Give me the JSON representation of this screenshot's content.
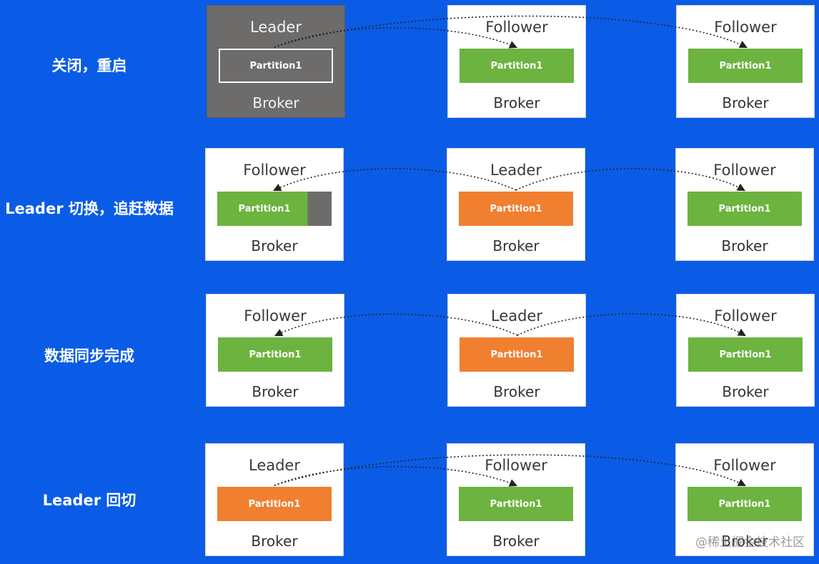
{
  "colors": {
    "background": "#0a5ce6",
    "follower_partition": "#6cb33f",
    "leader_partition": "#f07f30",
    "offline_broker": "#6e6c6b"
  },
  "rows": [
    {
      "label": "关闭，重启",
      "brokers": [
        {
          "role": "Leader",
          "partition": "Partition1",
          "name": "Broker",
          "state": "offline"
        },
        {
          "role": "Follower",
          "partition": "Partition1",
          "name": "Broker",
          "state": "follower"
        },
        {
          "role": "Follower",
          "partition": "Partition1",
          "name": "Broker",
          "state": "follower"
        }
      ]
    },
    {
      "label": "Leader 切换，追赶数据",
      "brokers": [
        {
          "role": "Follower",
          "partition": "Partition1",
          "name": "Broker",
          "state": "catching-up"
        },
        {
          "role": "Leader",
          "partition": "Partition1",
          "name": "Broker",
          "state": "leader"
        },
        {
          "role": "Follower",
          "partition": "Partition1",
          "name": "Broker",
          "state": "follower"
        }
      ]
    },
    {
      "label": "数据同步完成",
      "brokers": [
        {
          "role": "Follower",
          "partition": "Partition1",
          "name": "Broker",
          "state": "follower"
        },
        {
          "role": "Leader",
          "partition": "Partition1",
          "name": "Broker",
          "state": "leader"
        },
        {
          "role": "Follower",
          "partition": "Partition1",
          "name": "Broker",
          "state": "follower"
        }
      ]
    },
    {
      "label": "Leader 回切",
      "brokers": [
        {
          "role": "Leader",
          "partition": "Partition1",
          "name": "Broker",
          "state": "leader"
        },
        {
          "role": "Follower",
          "partition": "Partition1",
          "name": "Broker",
          "state": "follower"
        },
        {
          "role": "Follower",
          "partition": "Partition1",
          "name": "Broker",
          "state": "follower"
        }
      ]
    }
  ],
  "watermark": "@稀土掘金技术社区"
}
